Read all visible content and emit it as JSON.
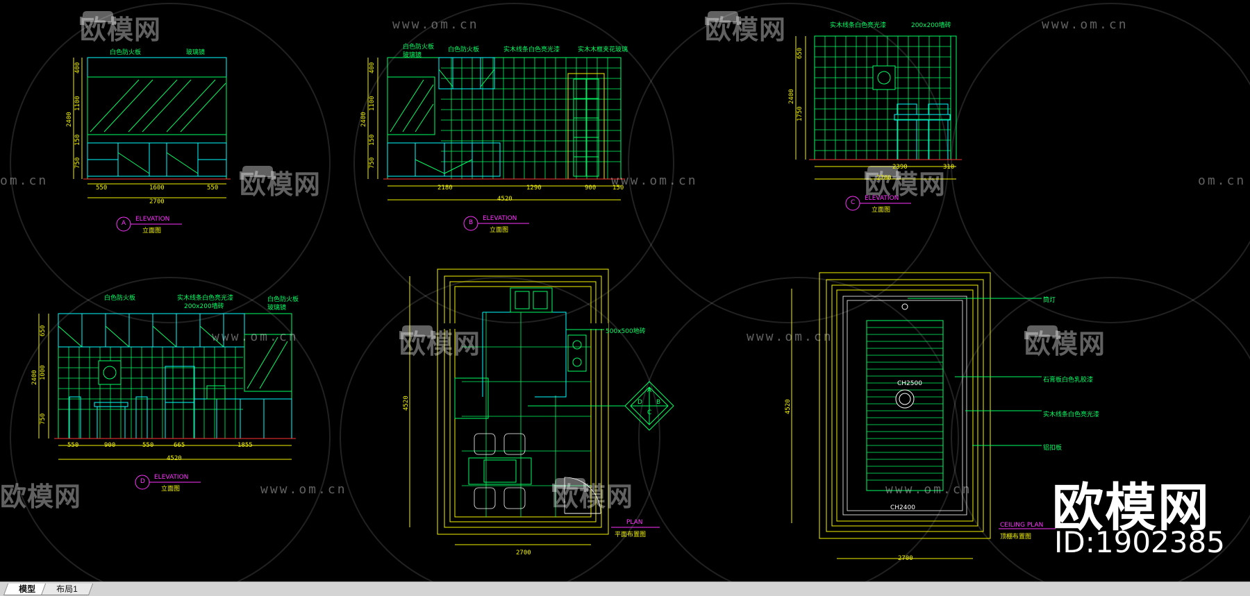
{
  "tabs": [
    {
      "label": "模型",
      "active": true
    },
    {
      "label": "布局1",
      "active": false
    }
  ],
  "watermark": {
    "logo_text": "欧模网",
    "url_text": "www.om.cn",
    "url_partial": "om.cn"
  },
  "brand": {
    "name": "欧模网",
    "id": "ID:1902385"
  },
  "drawings": {
    "a": {
      "marker": "A",
      "title": "ELEVATION",
      "subtitle": "立面图",
      "dims": [
        "550",
        "1600",
        "550",
        "2700"
      ],
      "vdims": [
        "400",
        "1100",
        "150",
        "750",
        "2400"
      ],
      "notes": [
        "白色防火板",
        "玻璃镜"
      ]
    },
    "b": {
      "marker": "B",
      "title": "ELEVATION",
      "subtitle": "立面图",
      "dims": [
        "2180",
        "1290",
        "900",
        "150",
        "4520"
      ],
      "vdims": [
        "400",
        "1100",
        "150",
        "750",
        "2400"
      ],
      "notes": [
        "白色防火板",
        "玻璃镜",
        "白色防火板",
        "实木线条白色亮光漆",
        "实木木框夹花玻璃"
      ]
    },
    "c": {
      "marker": "C",
      "title": "ELEVATION",
      "subtitle": "立面图",
      "dims": [
        "2390",
        "310",
        "2700"
      ],
      "vdims": [
        "650",
        "1750",
        "2400"
      ],
      "notes": [
        "实木线条白色亮光漆",
        "200x200墙砖"
      ]
    },
    "d": {
      "marker": "D",
      "title": "ELEVATION",
      "subtitle": "立面图",
      "dims": [
        "550",
        "900",
        "550",
        "665",
        "1855",
        "4520"
      ],
      "vdims": [
        "650",
        "1000",
        "750",
        "2400"
      ],
      "notes": [
        "白色防火板",
        "实木线条白色亮光漆",
        "200x200墙砖",
        "白色防火板",
        "玻璃镜"
      ]
    },
    "plan": {
      "title": "PLAN",
      "subtitle": "平面布置图",
      "dim_w": "2700",
      "dim_h": "4520",
      "note": "500x500地砖",
      "compass": [
        "A",
        "B",
        "C",
        "D"
      ]
    },
    "ceiling": {
      "title": "CEILING PLAN",
      "subtitle": "顶棚布置图",
      "dim_w": "2700",
      "dim_h": "4520",
      "ch1": "CH2500",
      "ch2": "CH2400",
      "notes": [
        "筒灯",
        "石膏板白色乳胶漆",
        "实木线条白色亮光漆",
        "铝扣板"
      ]
    }
  },
  "colors": {
    "background": "#000000",
    "green": "#00ff66",
    "yellow": "#f4f400",
    "cyan": "#00ffff",
    "magenta": "#ff33ff",
    "red": "#ff3333"
  }
}
